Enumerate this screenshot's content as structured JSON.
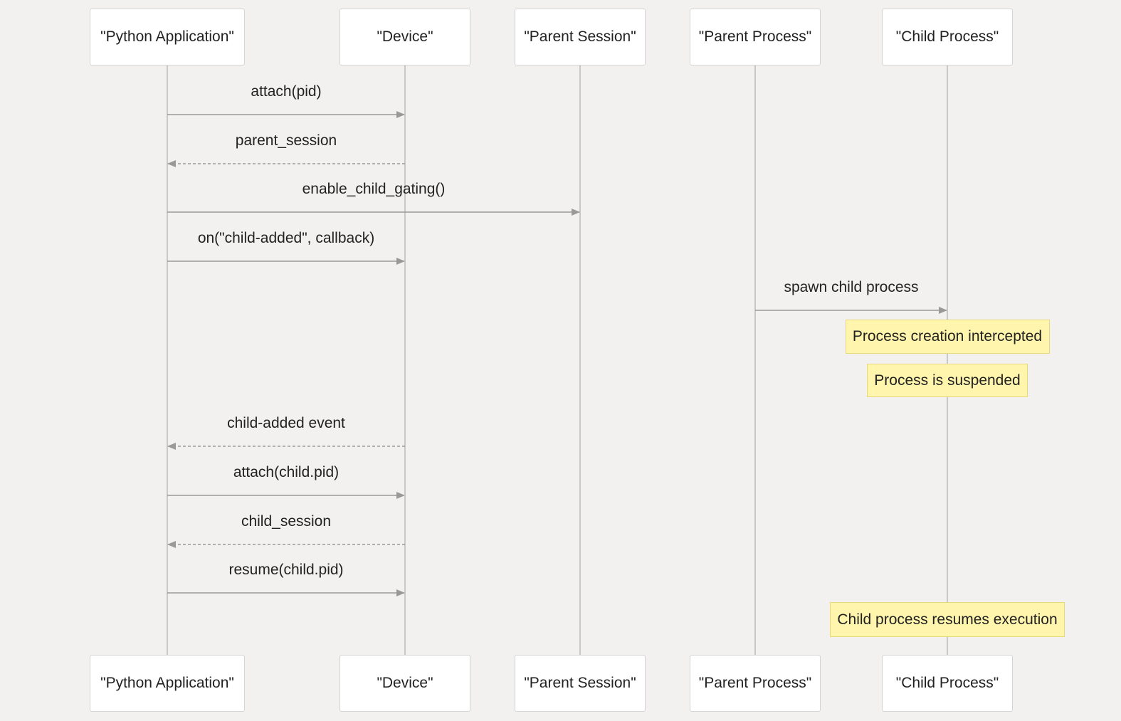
{
  "participants": [
    {
      "id": "python",
      "label": "\"Python Application\""
    },
    {
      "id": "device",
      "label": "\"Device\""
    },
    {
      "id": "parent_session",
      "label": "\"Parent Session\""
    },
    {
      "id": "parent_process",
      "label": "\"Parent Process\""
    },
    {
      "id": "child_process",
      "label": "\"Child Process\""
    }
  ],
  "messages": [
    {
      "from": "python",
      "to": "device",
      "label": "attach(pid)",
      "style": "solid"
    },
    {
      "from": "device",
      "to": "python",
      "label": "parent_session",
      "style": "dashed"
    },
    {
      "from": "python",
      "to": "parent_session",
      "label": "enable_child_gating()",
      "style": "solid"
    },
    {
      "from": "python",
      "to": "device",
      "label": "on(\"child-added\", callback)",
      "style": "solid"
    },
    {
      "from": "parent_process",
      "to": "child_process",
      "label": "spawn child process",
      "style": "solid"
    },
    {
      "from": "device",
      "to": "python",
      "label": "child-added event",
      "style": "dashed"
    },
    {
      "from": "python",
      "to": "device",
      "label": "attach(child.pid)",
      "style": "solid"
    },
    {
      "from": "device",
      "to": "python",
      "label": "child_session",
      "style": "dashed"
    },
    {
      "from": "python",
      "to": "device",
      "label": "resume(child.pid)",
      "style": "solid"
    }
  ],
  "notes": [
    {
      "over": "child_process",
      "text": "Process creation intercepted"
    },
    {
      "over": "child_process",
      "text": "Process is suspended"
    },
    {
      "over": "child_process",
      "text": "Child process resumes execution"
    }
  ],
  "colors": {
    "background": "#f2f1f0",
    "lifeline": "#c8c8c8",
    "arrow": "#999999",
    "note_fill": "#fff5ad",
    "note_border": "#e6d97a"
  }
}
